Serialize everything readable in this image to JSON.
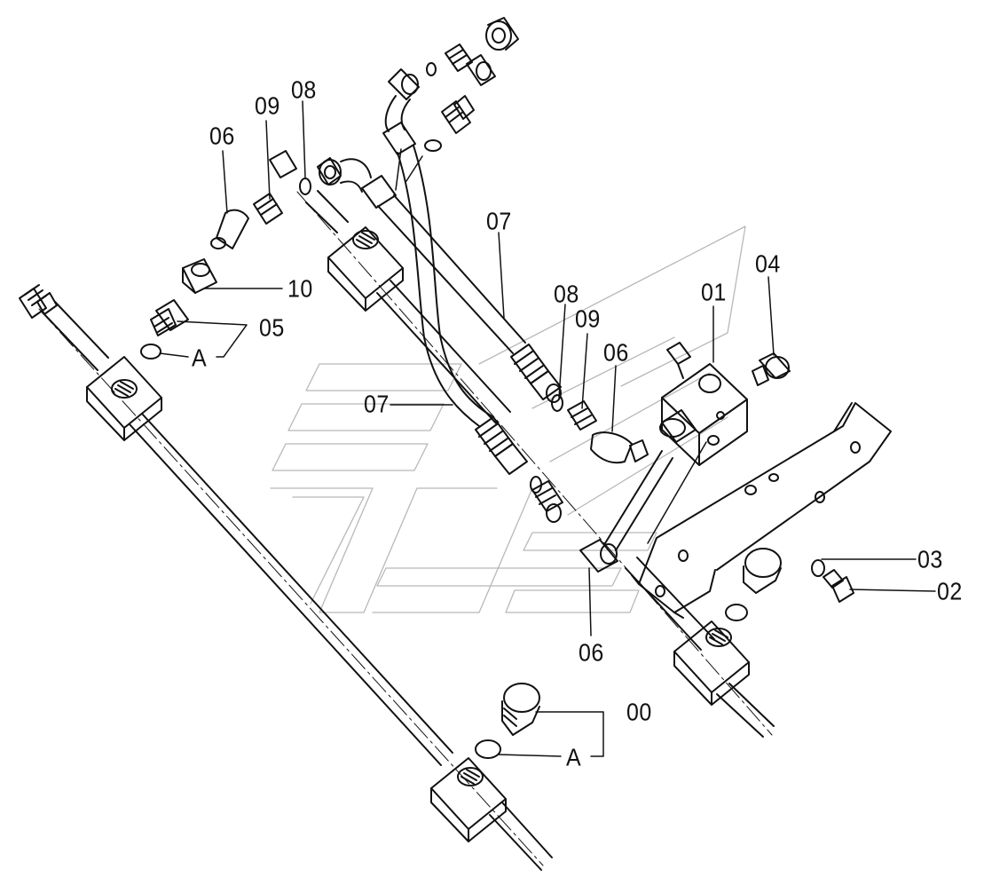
{
  "diagram": {
    "labels": {
      "l_00": "00",
      "l_01": "01",
      "l_02": "02",
      "l_03": "03",
      "l_04": "04",
      "l_05": "05",
      "l_06_top": "06",
      "l_06_mid": "06",
      "l_06_bot": "06",
      "l_07_upper": "07",
      "l_07_lower": "07",
      "l_08_top": "08",
      "l_08_mid": "08",
      "l_09_top": "09",
      "l_09_mid": "09",
      "l_10": "10",
      "l_A_upper": "A",
      "l_A_lower": "A"
    }
  }
}
